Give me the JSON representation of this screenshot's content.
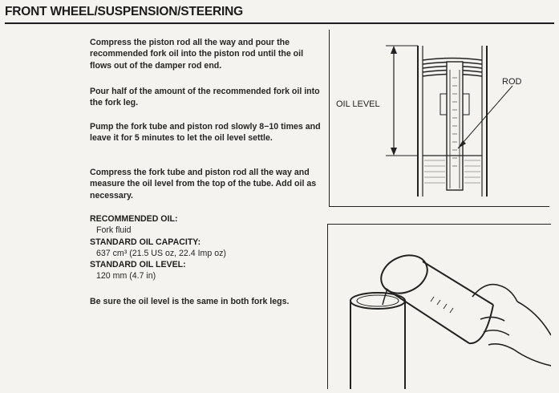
{
  "header": {
    "title": "FRONT WHEEL/SUSPENSION/STEERING"
  },
  "instructions": {
    "step1": "Compress the piston rod all the way and pour the recommended fork oil into the piston rod until the oil flows out of the damper rod end.",
    "step2": "Pour half of the amount of the recommended fork oil into the fork leg.",
    "step3": "Pump the fork tube and piston rod slowly 8−10 times and leave it for 5 minutes to let the oil level settle.",
    "step4": "Compress the fork tube and piston rod all the way and measure the oil level from the top of the tube. Add oil as necessary."
  },
  "specs": {
    "recommended_oil_label": "RECOMMENDED OIL:",
    "recommended_oil_value": "Fork fluid",
    "capacity_label": "STANDARD OIL CAPACITY:",
    "capacity_value": "637 cm³ (21.5 US oz, 22.4 Imp oz)",
    "level_label": "STANDARD OIL LEVEL:",
    "level_value": "120 mm (4.7 in)"
  },
  "note": "Be sure the oil level is the same in both fork legs.",
  "figure1": {
    "oil_level_label": "OIL LEVEL",
    "rod_label": "ROD"
  }
}
